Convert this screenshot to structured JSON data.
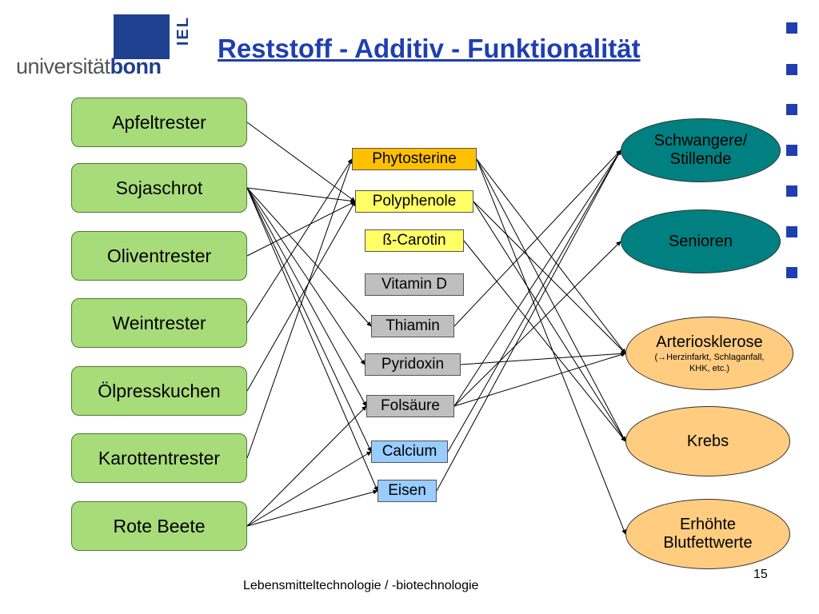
{
  "header": {
    "logo": {
      "text_main": "universität",
      "text_bold": "bonn",
      "side": "IEL"
    },
    "title": "Reststoff - Additiv - Funktionalität"
  },
  "sources": [
    "Apfeltrester",
    "Sojaschrot",
    "Oliventrester",
    "Weintrester",
    "Ölpresskuchen",
    "Karottentrester",
    "Rote Beete"
  ],
  "additives": [
    {
      "label": "Phytosterine",
      "color": "#ffc000"
    },
    {
      "label": "Polyphenole",
      "color": "#ffff66"
    },
    {
      "label": "ß-Carotin",
      "color": "#ffff66"
    },
    {
      "label": "Vitamin D",
      "color": "#bfbfbf"
    },
    {
      "label": "Thiamin",
      "color": "#bfbfbf"
    },
    {
      "label": "Pyridoxin",
      "color": "#bfbfbf"
    },
    {
      "label": "Folsäure",
      "color": "#bfbfbf"
    },
    {
      "label": "Calcium",
      "color": "#99ccff"
    },
    {
      "label": "Eisen",
      "color": "#99ccff"
    }
  ],
  "targets": [
    {
      "line1": "Schwangere/",
      "line2": "Stillende",
      "sub1": "",
      "sub2": "",
      "color": "#008080"
    },
    {
      "line1": "Senioren",
      "line2": "",
      "sub1": "",
      "sub2": "",
      "color": "#008080"
    },
    {
      "line1": "Arteriosklerose",
      "line2": "",
      "sub1": "(→Herzinfarkt, Schlaganfall,",
      "sub2": "KHK, etc.)",
      "color": "#ffcc80"
    },
    {
      "line1": "Krebs",
      "line2": "",
      "sub1": "",
      "sub2": "",
      "color": "#ffcc80"
    },
    {
      "line1": "Erhöhte",
      "line2": "Blutfettwerte",
      "sub1": "",
      "sub2": "",
      "color": "#ffcc80"
    }
  ],
  "links": {
    "source_to_additive": [
      [
        0,
        1
      ],
      [
        1,
        1
      ],
      [
        1,
        4
      ],
      [
        1,
        5
      ],
      [
        1,
        6
      ],
      [
        1,
        7
      ],
      [
        1,
        8
      ],
      [
        2,
        1
      ],
      [
        3,
        0
      ],
      [
        4,
        1
      ],
      [
        5,
        0
      ],
      [
        6,
        6
      ],
      [
        6,
        7
      ],
      [
        6,
        8
      ]
    ],
    "additive_to_target": [
      [
        0,
        2
      ],
      [
        0,
        3
      ],
      [
        0,
        4
      ],
      [
        1,
        2
      ],
      [
        1,
        3
      ],
      [
        2,
        3
      ],
      [
        4,
        0
      ],
      [
        5,
        2
      ],
      [
        6,
        0
      ],
      [
        6,
        1
      ],
      [
        6,
        2
      ],
      [
        7,
        0
      ],
      [
        8,
        0
      ]
    ]
  },
  "footer": {
    "text": "Lebensmitteltechnologie / -biotechnologie",
    "page": "15"
  },
  "colors": {
    "accent": "#1f3fb0",
    "source_fill": "#a8dc7a",
    "line": "#000000"
  }
}
